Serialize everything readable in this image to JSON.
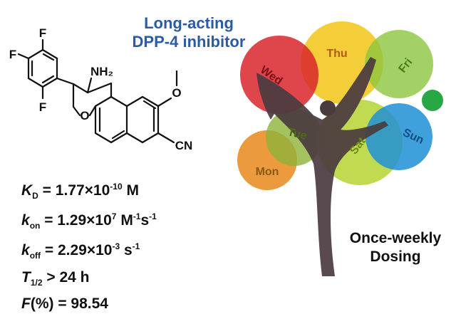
{
  "title": {
    "line1": "Long-acting",
    "line2": "DPP-4 inhibitor"
  },
  "molecule": {
    "atoms": {
      "f_top": "F",
      "f_left": "F",
      "f_bottom": "F",
      "nh2": "NH₂",
      "o_ring": "O",
      "o_methoxy": "O",
      "cn": "CN"
    }
  },
  "properties": {
    "kd": {
      "sym": "K",
      "sub": "D",
      "text": " = 1.77×10",
      "sup": "-10",
      "unit": " M"
    },
    "kon": {
      "sym": "k",
      "sub": "on",
      "text": " = 1.29×10",
      "sup": "7",
      "unit": " M",
      "unit_sup": "-1",
      "unit2": "s",
      "unit2_sup": "-1"
    },
    "koff": {
      "sym": "k",
      "sub": "off",
      "text": " = 2.29×10",
      "sup": "-3",
      "unit": " s",
      "unit_sup": "-1"
    },
    "t12": {
      "sym": "T",
      "sub": "1/2",
      "text": " > 24 h"
    },
    "f": {
      "sym": "F",
      "text": "(%) = 98.54"
    }
  },
  "tree": {
    "days": [
      "Mon",
      "Tue",
      "Wed",
      "Thu",
      "Fri",
      "Sat",
      "Sun"
    ],
    "colors": {
      "mon": "#e8891c",
      "tue": "#8fb33a",
      "wed": "#d9262b",
      "thu": "#f2c615",
      "fri": "#8cc63f",
      "sat": "#b5d334",
      "sun": "#1e8fd6",
      "dot": "#28a745",
      "trunk": "#4a3b3f"
    }
  },
  "caption": {
    "line1": "Once-weekly",
    "line2": "Dosing"
  }
}
